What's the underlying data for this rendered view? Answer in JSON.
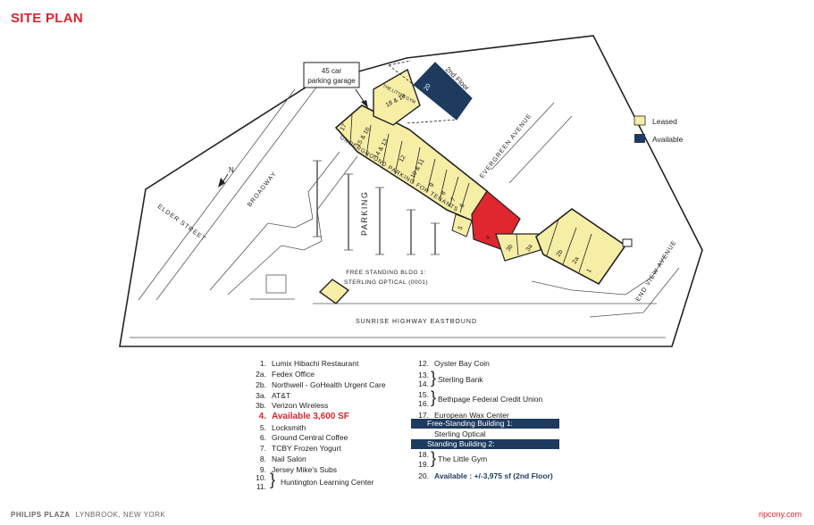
{
  "title": "SITE PLAN",
  "colors": {
    "leased": "#f7eea6",
    "available": "#1e3a5f",
    "highlight": "#e0262e",
    "accent_red": "#d9262e"
  },
  "map": {
    "streets": {
      "elder": "ELDER STREET",
      "broadway": "BROADWAY",
      "evergreen": "EVERGREEN AVENUE",
      "endview": "END VIEW AVENUE",
      "sunrise": "SUNRISE HIGHWAY EASTBOUND"
    },
    "parking_label": "PARKING",
    "underground_label": "UNDERGROUND PARKING FOR TENANTS",
    "garage_label": [
      "45 car",
      "parking garage"
    ],
    "second_floor_label": "2nd Floor",
    "gym_label": "THE LITTLE GYM",
    "freestanding_label": [
      "FREE STANDING BLDG 1:",
      "STERLING OPTICAL (0001)"
    ],
    "north": "N",
    "units": [
      "17",
      "15 & 16",
      "14 & 13",
      "12",
      "10 & 11",
      "9",
      "8",
      "7",
      "6",
      "5",
      "4",
      "3b",
      "3a",
      "2b",
      "2a",
      "1",
      "18 & 19",
      "20"
    ],
    "legend": {
      "leased": "Leased",
      "available": "Available"
    }
  },
  "tenants_left": [
    {
      "num": "1.",
      "name": "Lumix Hibachi Restaurant"
    },
    {
      "num": "2a.",
      "name": "Fedex Office"
    },
    {
      "num": "2b.",
      "name": "Northwell - GoHealth Urgent Care"
    },
    {
      "num": "3a.",
      "name": "AT&T"
    },
    {
      "num": "3b.",
      "name": "Verizon Wireless"
    },
    {
      "num": "4.",
      "name": "Available 3,600 SF"
    },
    {
      "num": "5.",
      "name": "Locksmith"
    },
    {
      "num": "6.",
      "name": "Ground Central Coffee"
    },
    {
      "num": "7.",
      "name": "TCBY Frozen Yogurt"
    },
    {
      "num": "8.",
      "name": "Nail Salon"
    },
    {
      "num": "9.",
      "name": "Jersey Mike's Subs"
    },
    {
      "num": "10.",
      "name": ""
    },
    {
      "num": "11.",
      "name": ""
    }
  ],
  "huntington": "Huntington Learning Center",
  "tenants_right": {
    "n12": "12.",
    "oyster": "Oyster Bay Coin",
    "n13": "13.",
    "n14": "14.",
    "sterling_bank": "Sterling Bank",
    "n15": "15.",
    "n16": "16.",
    "bethpage": "Bethpage Federal Credit Union",
    "n17": "17.",
    "wax": "European Wax Center",
    "fs1_header": "Free-Standing Building 1:",
    "fs1_tenant": "Sterling Optical",
    "fs2_header": "Standing Building 2:",
    "n18": "18.",
    "n19": "19.",
    "gym": "The Little Gym",
    "n20": "20.",
    "avail20": "Available : +/-3,975 sf (2nd Floor)"
  },
  "footer": {
    "name": "PHILIPS PLAZA",
    "location": "LYNBROOK, NEW YORK",
    "site": "ripcony.com"
  }
}
